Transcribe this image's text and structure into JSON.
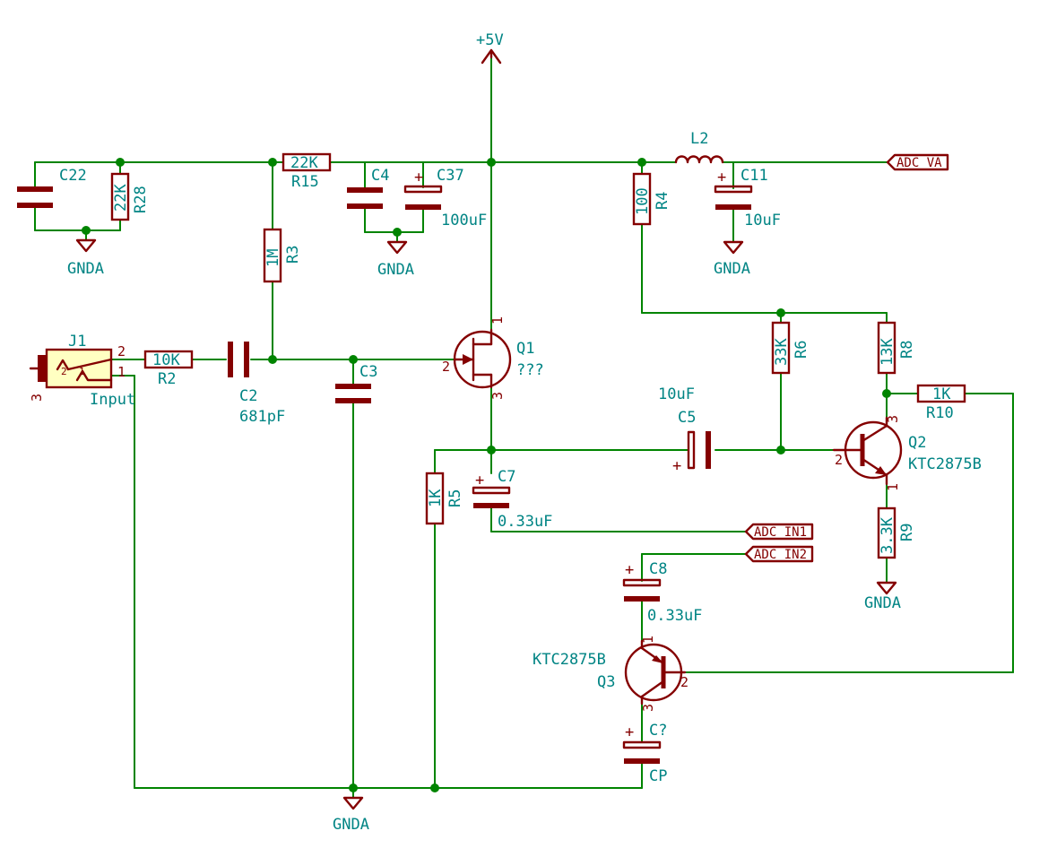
{
  "power": {
    "vcc": "+5V",
    "gnd": "GNDA"
  },
  "nets": {
    "adc_va": "ADC_VA",
    "adc_in1": "ADC_IN1",
    "adc_in2": "ADC_IN2"
  },
  "connector": {
    "ref": "J1",
    "value": "Input",
    "pins": [
      "1",
      "2",
      "3"
    ]
  },
  "resistors": {
    "R2": {
      "ref": "R2",
      "value": "10K"
    },
    "R3": {
      "ref": "R3",
      "value": "1M"
    },
    "R4": {
      "ref": "R4",
      "value": "100"
    },
    "R5": {
      "ref": "R5",
      "value": "1K"
    },
    "R6": {
      "ref": "R6",
      "value": "33K"
    },
    "R8": {
      "ref": "R8",
      "value": "13K"
    },
    "R9": {
      "ref": "R9",
      "value": "3.3K"
    },
    "R10": {
      "ref": "R10",
      "value": "1K"
    },
    "R15": {
      "ref": "R15",
      "value": "22K"
    },
    "R28": {
      "ref": "R28",
      "value": "22K"
    }
  },
  "capacitors": {
    "C2": {
      "ref": "C2",
      "value": "681pF"
    },
    "C3": {
      "ref": "C3",
      "value": ""
    },
    "C4": {
      "ref": "C4",
      "value": ""
    },
    "C5": {
      "ref": "C5",
      "value": "10uF"
    },
    "C7": {
      "ref": "C7",
      "value": "0.33uF"
    },
    "C8": {
      "ref": "C8",
      "value": "0.33uF"
    },
    "C11": {
      "ref": "C11",
      "value": "10uF"
    },
    "C22": {
      "ref": "C22",
      "value": ""
    },
    "C37": {
      "ref": "C37",
      "value": "100uF"
    },
    "Cq": {
      "ref": "C?",
      "value": "CP"
    }
  },
  "inductors": {
    "L2": {
      "ref": "L2",
      "value": ""
    }
  },
  "transistors": {
    "Q1": {
      "ref": "Q1",
      "value": "???",
      "pins": [
        "1",
        "2",
        "3"
      ]
    },
    "Q2": {
      "ref": "Q2",
      "value": "KTC2875B",
      "pins": [
        "1",
        "2",
        "3"
      ]
    },
    "Q3": {
      "ref": "Q3",
      "value": "KTC2875B",
      "pins": [
        "1",
        "2",
        "3"
      ]
    }
  },
  "polarity_mark": "+",
  "colors": {
    "wire": "#008400",
    "component": "#840000",
    "label": "#008484",
    "junction": "#008400",
    "connector_fill": "#ffffc2"
  }
}
